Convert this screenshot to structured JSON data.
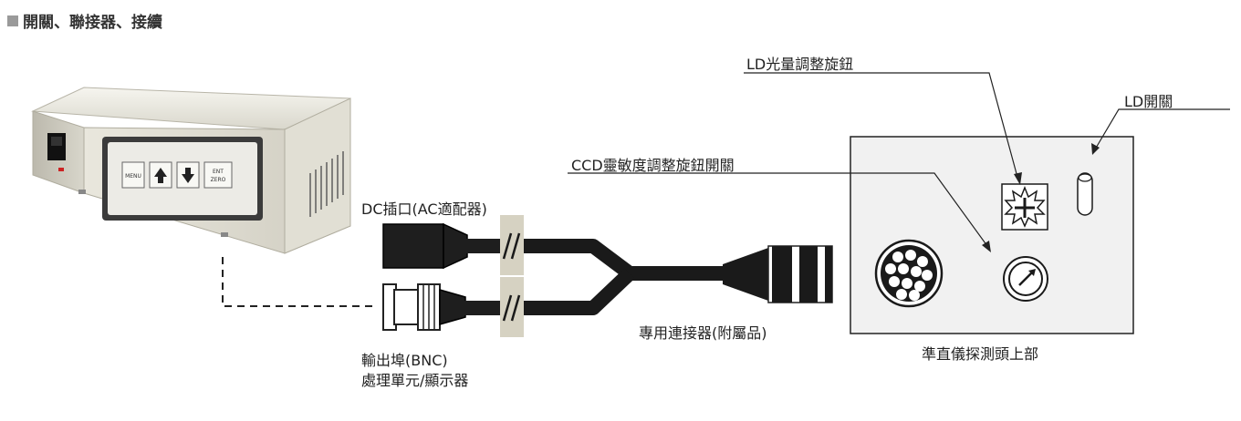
{
  "title": "開關、聯接器、接續",
  "device": {
    "buttons": [
      "MENU",
      "ENT\nZERO"
    ]
  },
  "labels": {
    "dc_jack": "DC插口(AC適配器)",
    "output_port": "輸出埠(BNC)",
    "processor_display": "處理單元/顯示器",
    "connector": "專用連接器(附屬品)",
    "ccd_knob": "CCD靈敏度調整旋鈕開關",
    "ld_knob": "LD光量調整旋鈕",
    "ld_switch": "LD開關",
    "probe_top": "準直儀探測頭上部"
  },
  "colors": {
    "cable": "#1a1a1a",
    "break_band": "#d6d2c2",
    "panel_fill": "#f1f1f1",
    "device_body": "#e4e2d8",
    "device_panel": "#3a3a3a"
  }
}
